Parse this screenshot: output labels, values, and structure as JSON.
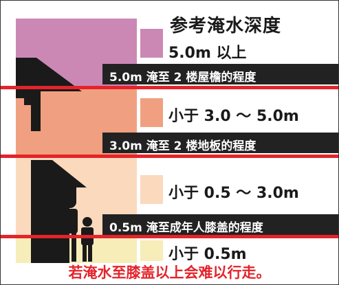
{
  "title": "参考淹水深度",
  "levels": [
    {
      "label": "5.0m 以上",
      "color": "#cc88b5"
    },
    {
      "label": "小于 3.0 ～ 5.0m",
      "color": "#f0a080"
    },
    {
      "label": "小于 0.5 ～ 3.0m",
      "color": "#fbd9bd"
    },
    {
      "label": "小于 0.5m",
      "color": "#f6edb9"
    }
  ],
  "bands": [
    {
      "text": "5.0m 淹至 2 楼屋檐的程度"
    },
    {
      "text": "3.0m 淹至 2 楼地板的程度"
    },
    {
      "text": "0.5m 淹至成年人膝盖的程度"
    }
  ],
  "warning": "若淹水至膝盖以上会难以行走。",
  "colors": {
    "silhouette": "#1a1a1a",
    "line": "#e4232a",
    "band": "#222222",
    "warning": "#e4232a"
  }
}
